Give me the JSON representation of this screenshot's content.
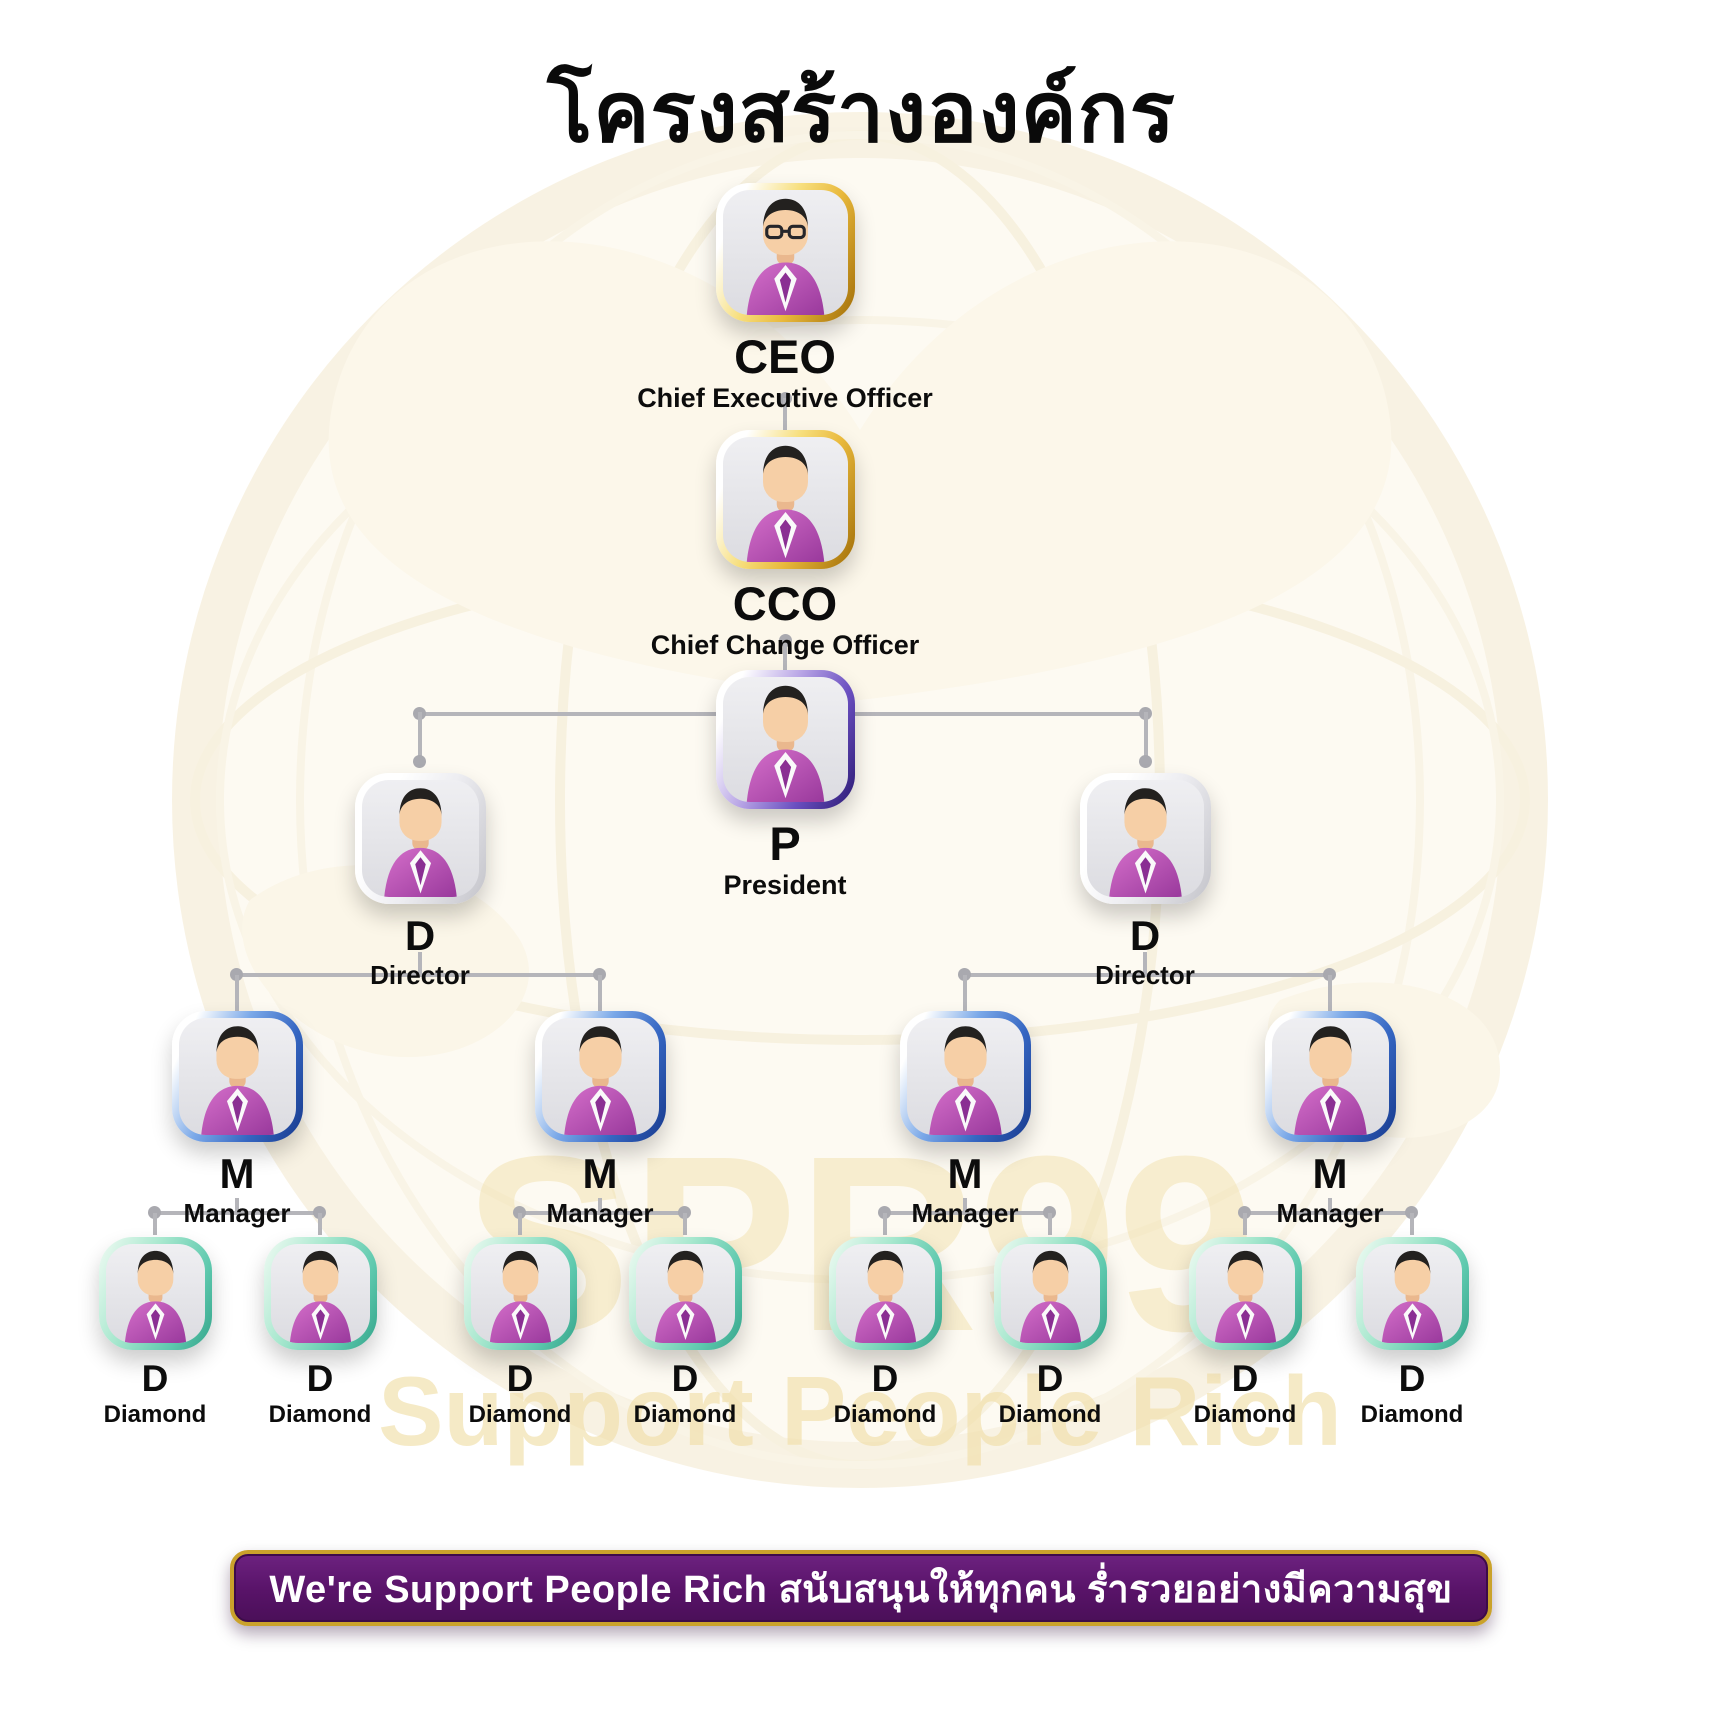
{
  "title": "โครงสร้างองค์กร",
  "org": {
    "ceo": {
      "abbr": "CEO",
      "role": "Chief Executive Officer"
    },
    "cco": {
      "abbr": "CCO",
      "role": "Chief Change Officer"
    },
    "president": {
      "abbr": "P",
      "role": "President"
    },
    "directors": [
      {
        "abbr": "D",
        "role": "Director"
      },
      {
        "abbr": "D",
        "role": "Director"
      }
    ],
    "managers": [
      {
        "abbr": "M",
        "role": "Manager"
      },
      {
        "abbr": "M",
        "role": "Manager"
      },
      {
        "abbr": "M",
        "role": "Manager"
      },
      {
        "abbr": "M",
        "role": "Manager"
      }
    ],
    "diamonds": [
      {
        "abbr": "D",
        "role": "Diamond"
      },
      {
        "abbr": "D",
        "role": "Diamond"
      },
      {
        "abbr": "D",
        "role": "Diamond"
      },
      {
        "abbr": "D",
        "role": "Diamond"
      },
      {
        "abbr": "D",
        "role": "Diamond"
      },
      {
        "abbr": "D",
        "role": "Diamond"
      },
      {
        "abbr": "D",
        "role": "Diamond"
      },
      {
        "abbr": "D",
        "role": "Diamond"
      }
    ]
  },
  "banner": {
    "text": "We're Support People Rich สนับสนุนให้ทุกคน ร่ำรวยอย่างมีความสุข"
  },
  "watermark": {
    "monogram": "SPR99",
    "tagline": "Support People Rich"
  },
  "colors": {
    "gold": "#c9971f",
    "purple_banner": "#581368",
    "banner_border": "#caa22b",
    "blue_ring": "#3566c2",
    "teal_ring": "#4fbfa3",
    "silver_ring": "#cfcfd4",
    "suit": "#b44ab0",
    "connector": "#b5b5ba"
  }
}
